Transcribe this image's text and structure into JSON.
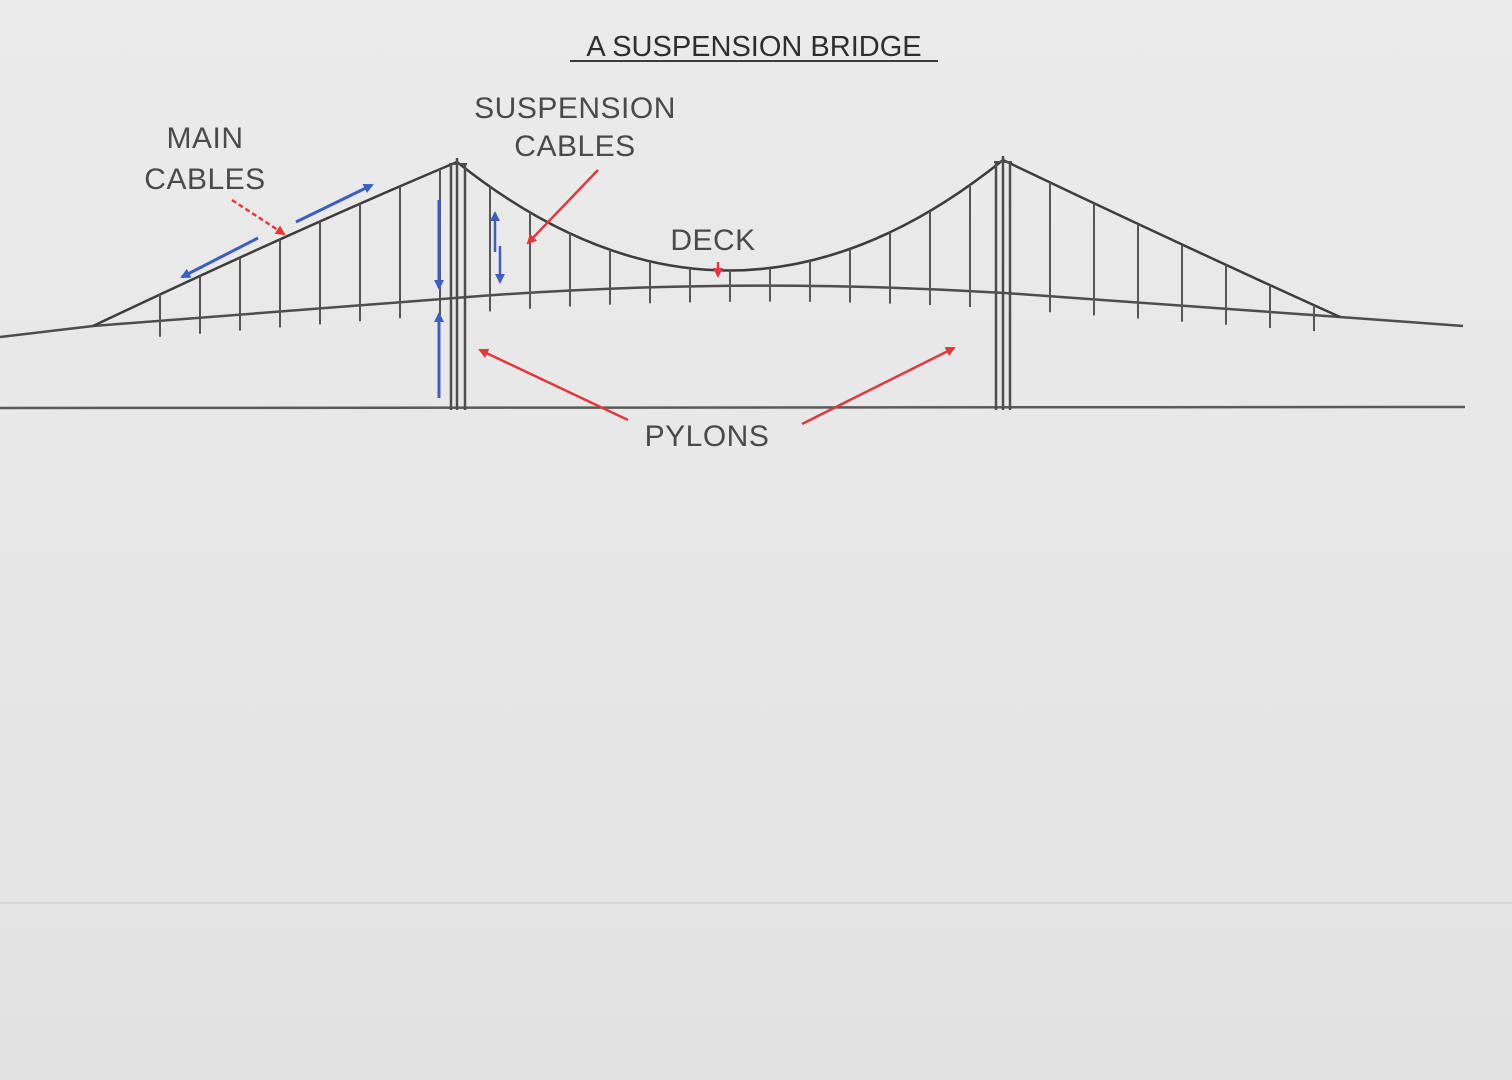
{
  "diagram": {
    "title": "A SUSPENSION BRIDGE",
    "labels": {
      "main_cables_line1": "MAIN",
      "main_cables_line2": "CABLES",
      "suspension_cables_line1": "SUSPENSION",
      "suspension_cables_line2": "CABLES",
      "deck": "DECK",
      "pylons": "PYLONS"
    }
  },
  "colors": {
    "structure": "#4d4d4d",
    "pointer_arrows": "#e0383b",
    "force_arrows": "#3a5fc0",
    "background": "#e8e8e8"
  }
}
